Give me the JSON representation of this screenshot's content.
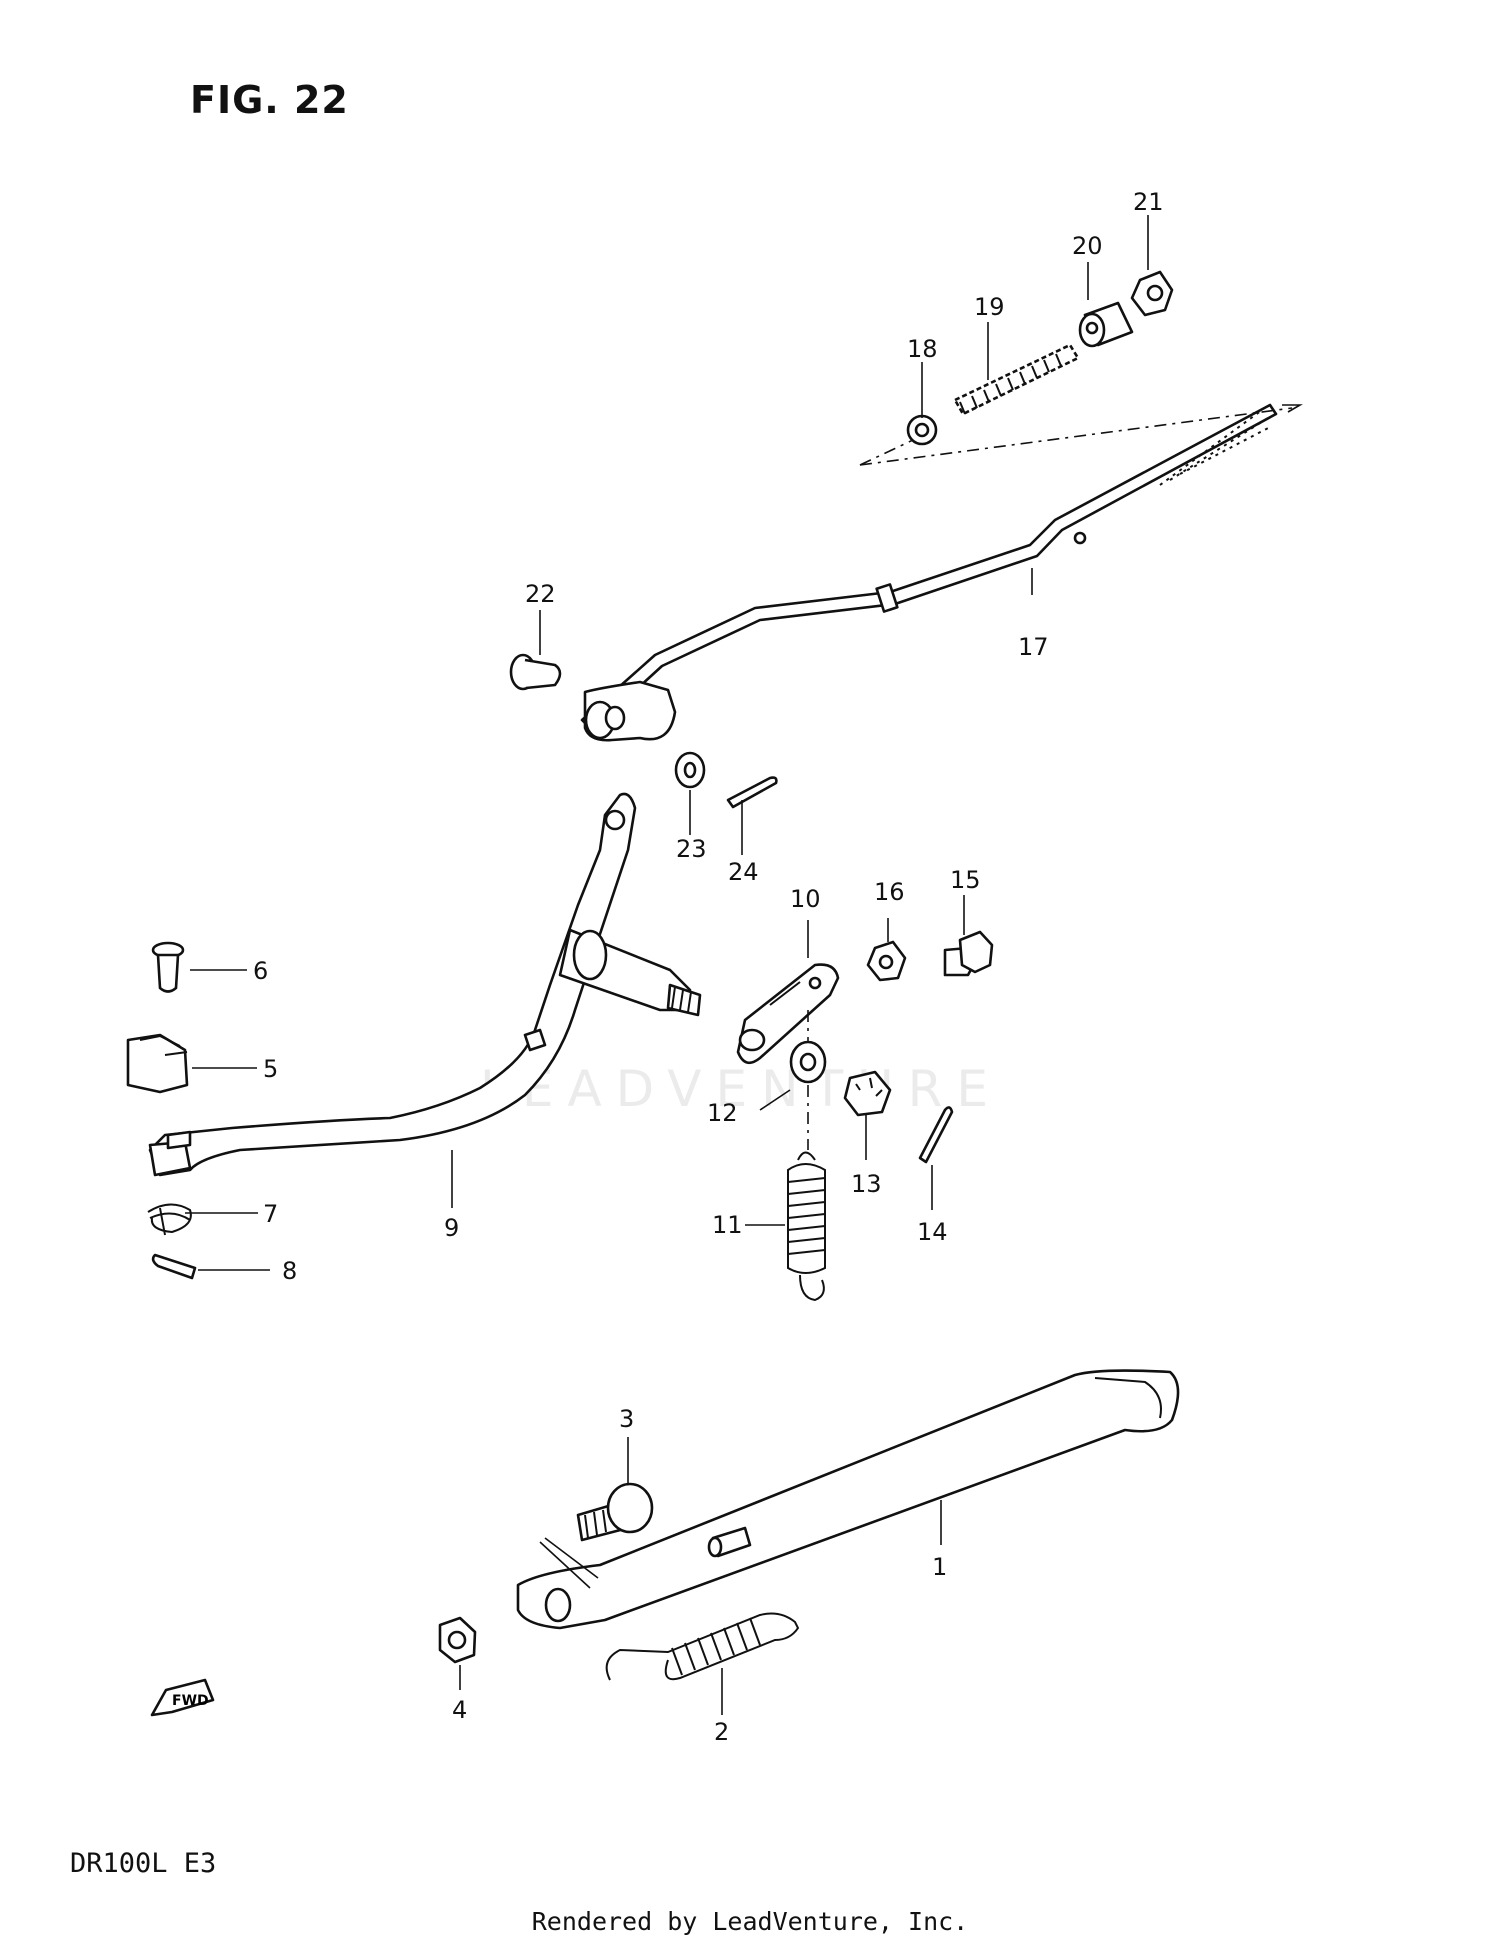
{
  "figure": {
    "title": "FIG. 22",
    "model_code": "DR100L  E3",
    "credit": "Rendered by LeadVenture, Inc.",
    "watermark": "LEADVENTURE"
  },
  "callouts": [
    "1",
    "2",
    "3",
    "4",
    "5",
    "6",
    "7",
    "8",
    "9",
    "10",
    "11",
    "12",
    "13",
    "14",
    "15",
    "16",
    "17",
    "18",
    "19",
    "20",
    "21",
    "22",
    "23",
    "24"
  ],
  "icons": [
    "fwd-arrow-icon"
  ],
  "fwd_label": "FWD"
}
